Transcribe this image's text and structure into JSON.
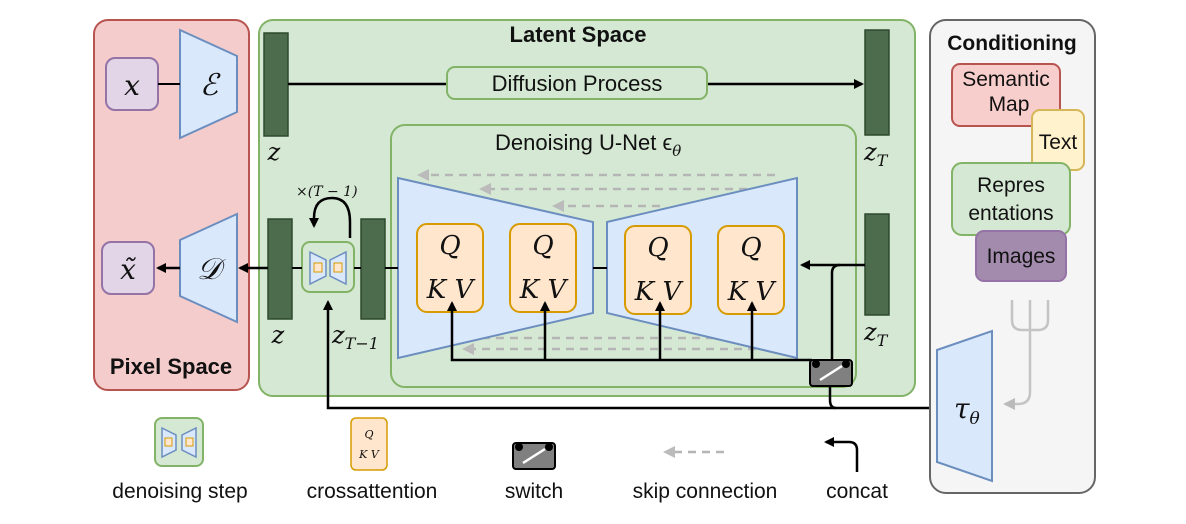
{
  "pixel_space": {
    "label": "Pixel Space",
    "x": "x",
    "x_tilde": "x̃",
    "encoder": "ℰ",
    "decoder": "𝒟"
  },
  "latent_space": {
    "label": "Latent Space",
    "z_top": "z",
    "z_bottom": "z",
    "zT_top": "T",
    "zT_right": "T",
    "zT1": "T−1",
    "z_letter": "z",
    "diffusion_label": "Diffusion Process",
    "repeat_label": "×(T − 1)"
  },
  "unet": {
    "label": "Denoising U-Net ϵ",
    "theta": "θ",
    "blocks": [
      {
        "q": "Q",
        "kv": "K V"
      },
      {
        "q": "Q",
        "kv": "K V"
      },
      {
        "q": "Q",
        "kv": "K V"
      },
      {
        "q": "Q",
        "kv": "K V"
      }
    ]
  },
  "conditioning": {
    "label": "Conditioning",
    "semantic_map": [
      "Semantic",
      "Map"
    ],
    "text": "Text",
    "representations": [
      "Repres",
      "entations"
    ],
    "images": "Images",
    "tau": "τ",
    "theta": "θ"
  },
  "legend": {
    "denoising_step": "denoising step",
    "crossattention": "crossattention",
    "switch": "switch",
    "skip_connection": "skip connection",
    "concat": "concat",
    "mini_q": "Q",
    "mini_kv": "K V"
  },
  "colors": {
    "pixel_fill": "#f4cccc",
    "pixel_stroke": "#b85450",
    "latent_fill": "#d5e8d4",
    "latent_stroke": "#82b366",
    "latent_dark": "#4d6b4d",
    "trap_fill": "#dae8fc",
    "trap_stroke": "#6c8ebf",
    "qkv_fill": "#ffe6cc",
    "qkv_stroke": "#d79b00",
    "purple_fill": "#e1d5e7",
    "purple_stroke": "#9673a6",
    "cond_fill": "#f5f5f5",
    "cond_stroke": "#666666",
    "text_fill": "#fff2cc",
    "text_stroke": "#d6b656",
    "images_fill": "#a38bad"
  }
}
